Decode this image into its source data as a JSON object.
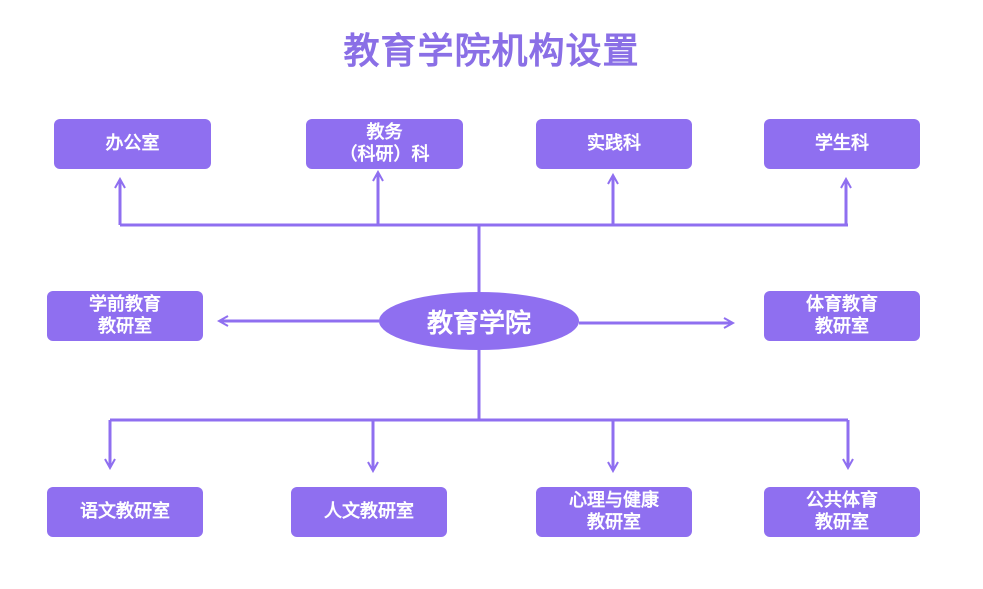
{
  "title": "教育学院机构设置",
  "center": "教育学院",
  "top_row": [
    {
      "lines": [
        "办公室"
      ]
    },
    {
      "lines": [
        "教务",
        "（科研）科"
      ]
    },
    {
      "lines": [
        "实践科"
      ]
    },
    {
      "lines": [
        "学生科"
      ]
    }
  ],
  "middle_left": {
    "lines": [
      "学前教育",
      "教研室"
    ]
  },
  "middle_right": {
    "lines": [
      "体育教育",
      "教研室"
    ]
  },
  "bottom_row": [
    {
      "lines": [
        "语文教研室"
      ]
    },
    {
      "lines": [
        "人文教研室"
      ]
    },
    {
      "lines": [
        "心理与健康",
        "教研室"
      ]
    },
    {
      "lines": [
        "公共体育",
        "教研室"
      ]
    }
  ],
  "colors": {
    "accent": "#8f6ff0",
    "title": "#8a6fe6"
  }
}
